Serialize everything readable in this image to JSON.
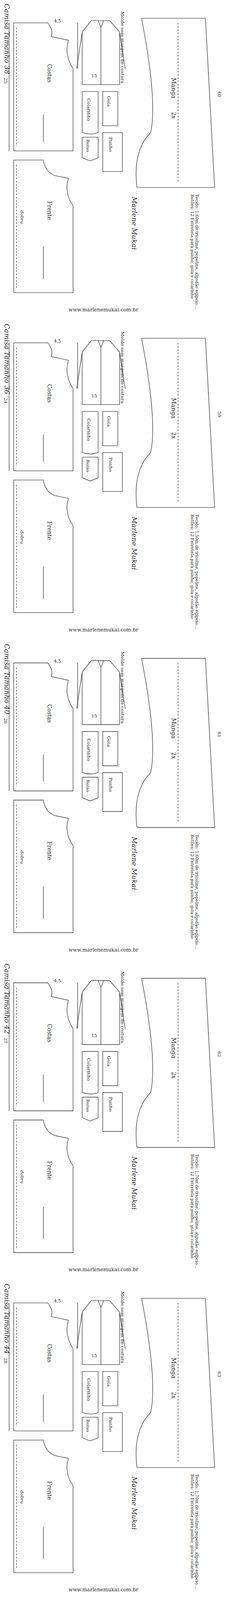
{
  "diagram": {
    "labels": [
      "Camisa Tamanho 38",
      "Molde sem margem de costura",
      "Costas",
      "Frente",
      "dobra",
      "Manga",
      "2x",
      "Colarinho",
      "Gola",
      "Bolso",
      "Punho",
      "Marlene Mukai",
      "www.marlenemukai.com.br",
      "Tecido: 1,60m de tricoline, popeline, algodão egípcio... Botões: 12 Entretela para punho, gola e colarinho",
      "25",
      "4,5",
      "15",
      "60",
      "Camisa Tamanho 36",
      "Molde sem margem de costura",
      "Costas",
      "Frente",
      "dobra",
      "Manga",
      "2x",
      "Colarinho",
      "Gola",
      "Bolso",
      "Punho",
      "Marlene Mukai",
      "www.marlenemukai.com.br",
      "Tecido: 1,50m de tricoline, popeline, algodão egípcio... Botões: 12 Entretela para punho, gola e colarinho",
      "24",
      "4,5",
      "15",
      "59",
      "Camisa Tamanho 40",
      "Molde sem margem de costura",
      "Costas",
      "Frente",
      "dobra",
      "Manga",
      "2x",
      "Colarinho",
      "Gola",
      "Bolso",
      "Punho",
      "Marlene Mukai",
      "www.marlenemukai.com.br",
      "Tecido: 1,60m de tricoline, popeline, algodão egípcio... Botões: 12 Entretela para punho, gola e colarinho",
      "26",
      "4,5",
      "15",
      "61",
      "Camisa Tamanho 42",
      "Molde sem margem de costura",
      "Costas",
      "Frente",
      "dobra",
      "Manga",
      "2x",
      "Colarinho",
      "Gola",
      "Bolso",
      "Punho",
      "Marlene Mukai",
      "www.marlenemukai.com.br",
      "Tecido: 1,70m de tricoline, popeline, algodão egípcio... Botões: 12 Entretela para punho, gola e colarinho",
      "27",
      "4,5",
      "15",
      "62",
      "Camisa Tamanho 44",
      "Molde sem margem de costura",
      "Costas",
      "Frente",
      "dobra",
      "Manga",
      "2x",
      "Colarinho",
      "Gola",
      "Bolso",
      "Punho",
      "Marlene Mukai",
      "www.marlenemukai.com.br",
      "Tecido: 1,70m de tricoline, popeline, algodão egípcio... Botões: 12 Entretela para punho, gola e colarinho",
      "28",
      "4,5",
      "15",
      "63"
    ]
  }
}
